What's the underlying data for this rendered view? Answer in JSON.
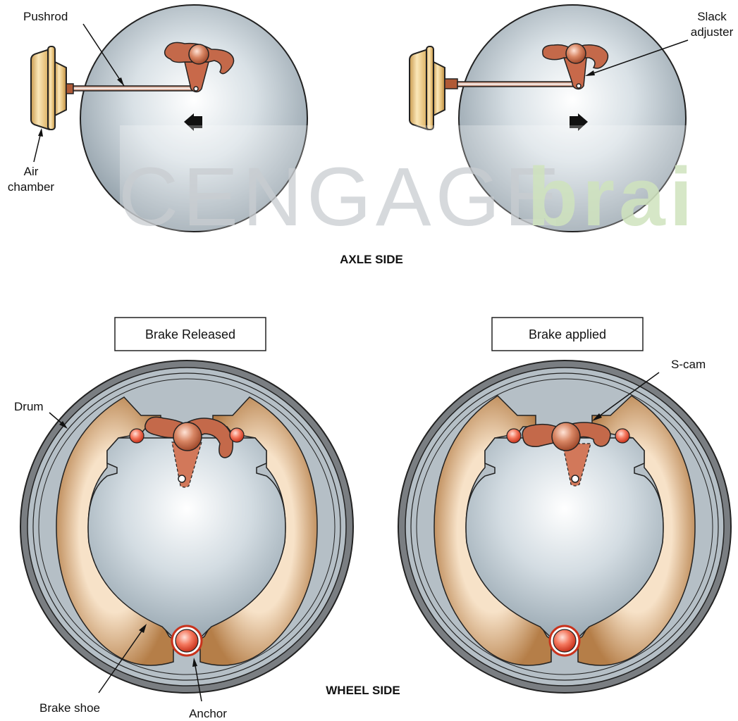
{
  "labels": {
    "pushrod": "Pushrod",
    "air_chamber_1": "Air",
    "air_chamber_2": "chamber",
    "slack_adjuster_1": "Slack",
    "slack_adjuster_2": "adjuster",
    "axle_side": "AXLE SIDE",
    "brake_released": "Brake Released",
    "brake_applied": "Brake applied",
    "s_cam": "S-cam",
    "drum": "Drum",
    "brake_shoe": "Brake shoe",
    "anchor": "Anchor",
    "wheel_side": "WHEEL SIDE"
  },
  "watermark": {
    "word1": "CENGAGE",
    "word2": "brai"
  },
  "colors": {
    "plate": "#b8c4cc",
    "shoe": "#c8925c",
    "cam": "#c4694a",
    "chamber": "#e2bf7c",
    "anchor": "#f05a44",
    "watermark_gray": "#c8ccd0",
    "watermark_green": "#d6e8c4"
  }
}
